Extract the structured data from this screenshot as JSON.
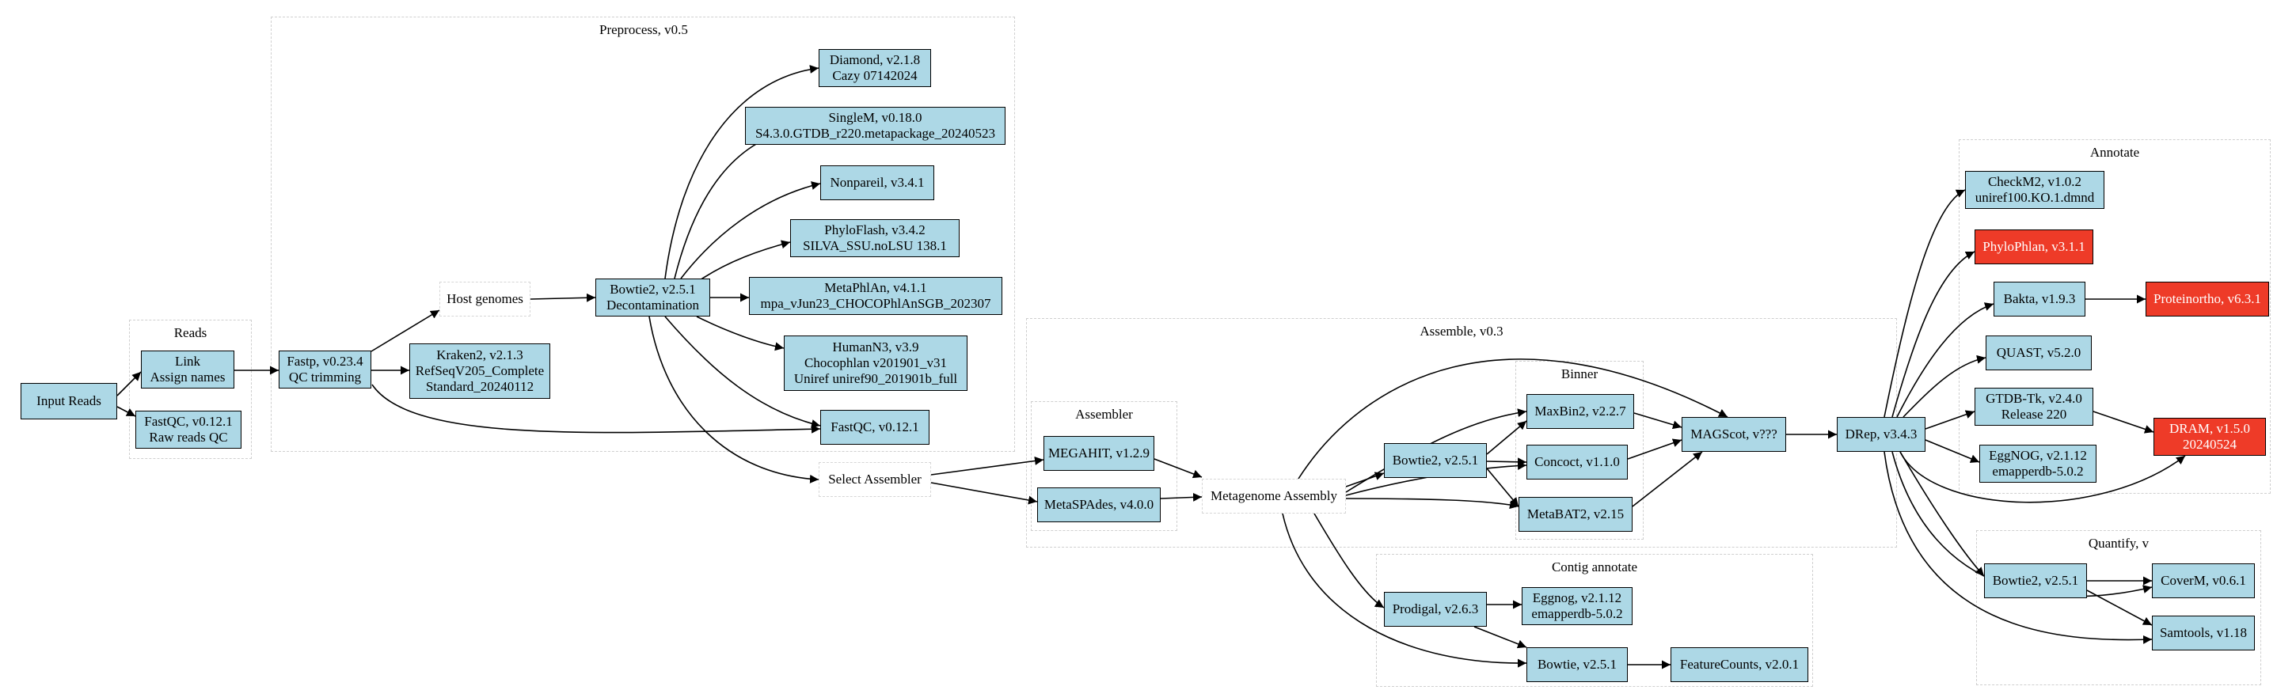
{
  "clusters": {
    "reads": "Reads",
    "preprocess": "Preprocess, v0.5",
    "assemble": "Assemble, v0.3",
    "assembler": "Assembler",
    "binner": "Binner",
    "contig_annotate": "Contig annotate",
    "annotate": "Annotate",
    "quantify": "Quantify, v"
  },
  "nodes": {
    "input_reads": [
      "Input Reads"
    ],
    "link": [
      "Link",
      "Assign names"
    ],
    "fastqc_raw": [
      "FastQC, v0.12.1",
      "Raw reads QC"
    ],
    "fastp": [
      "Fastp, v0.23.4",
      "QC trimming"
    ],
    "kraken2": [
      "Kraken2, v2.1.3",
      "RefSeqV205_Complete",
      "Standard_20240112"
    ],
    "host_genomes": [
      "Host genomes"
    ],
    "bowtie2_decon": [
      "Bowtie2, v2.5.1",
      "Decontamination"
    ],
    "diamond": [
      "Diamond, v2.1.8",
      "Cazy 07142024"
    ],
    "singlem": [
      "SingleM, v0.18.0",
      "S4.3.0.GTDB_r220.metapackage_20240523"
    ],
    "nonpareil": [
      "Nonpareil, v3.4.1"
    ],
    "phyloflash": [
      "PhyloFlash, v3.4.2",
      "SILVA_SSU.noLSU 138.1"
    ],
    "metaphlan": [
      "MetaPhlAn, v4.1.1",
      "mpa_vJun23_CHOCOPhlAnSGB_202307"
    ],
    "humann": [
      "HumanN3, v3.9",
      "Chocophlan v201901_v31",
      "Uniref uniref90_201901b_full"
    ],
    "fastqc_pre": [
      "FastQC, v0.12.1"
    ],
    "select_assembler": [
      "Select Assembler"
    ],
    "megahit": [
      "MEGAHIT, v1.2.9"
    ],
    "metaspades": [
      "MetaSPAdes, v4.0.0"
    ],
    "metagenome_assembly": [
      "Metagenome Assembly"
    ],
    "bowtie2_bin": [
      "Bowtie2, v2.5.1"
    ],
    "maxbin2": [
      "MaxBin2, v2.2.7"
    ],
    "concoct": [
      "Concoct, v1.1.0"
    ],
    "metabat2": [
      "MetaBAT2, v2.15"
    ],
    "magscot": [
      "MAGScot, v???"
    ],
    "drep": [
      "DRep, v3.4.3"
    ],
    "prodigal": [
      "Prodigal, v2.6.3"
    ],
    "eggnog_contig": [
      "Eggnog, v2.1.12",
      "emapperdb-5.0.2"
    ],
    "bowtie_contig": [
      "Bowtie, v2.5.1"
    ],
    "featurecounts": [
      "FeatureCounts, v2.0.1"
    ],
    "checkm2": [
      "CheckM2, v1.0.2",
      "uniref100.KO.1.dmnd"
    ],
    "phylophlan": [
      "PhyloPhlan, v3.1.1"
    ],
    "bakta": [
      "Bakta, v1.9.3"
    ],
    "proteinortho": [
      "Proteinortho, v6.3.1"
    ],
    "quast": [
      "QUAST, v5.2.0"
    ],
    "gtdbtk": [
      "GTDB-Tk, v2.4.0",
      "Release 220"
    ],
    "dram": [
      "DRAM, v1.5.0",
      "20240524"
    ],
    "eggnog_annot": [
      "EggNOG, v2.1.12",
      "emapperdb-5.0.2"
    ],
    "bowtie2_quant": [
      "Bowtie2, v2.5.1"
    ],
    "coverm": [
      "CoverM, v0.6.1"
    ],
    "samtools": [
      "Samtools, v1.18"
    ]
  },
  "colors": {
    "node_fill": "#add8e6",
    "error_fill": "#ee3b28",
    "edge": "#000000",
    "cluster_border": "#cfcfcf"
  }
}
